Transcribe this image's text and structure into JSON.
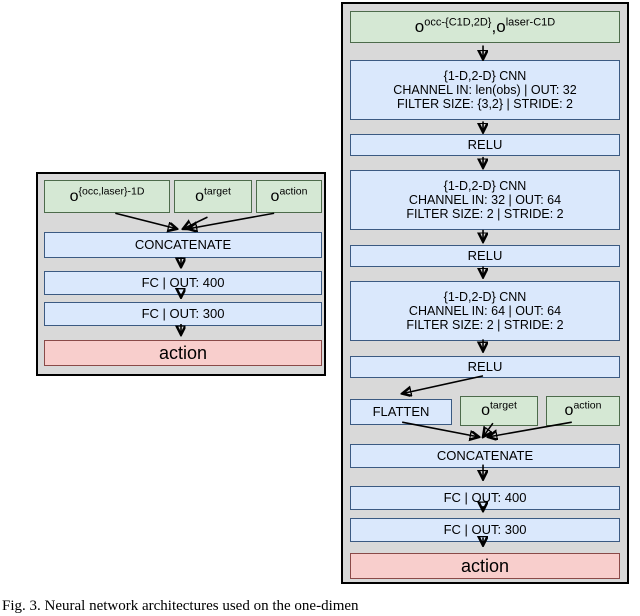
{
  "figure": {
    "caption": "Fig. 3.  Neural network architectures used on the one-dimen",
    "colors": {
      "observation_fill": "#d5e8d4",
      "layer_fill": "#dae8fc",
      "output_fill": "#f8cecc",
      "panel_background": "#d9d9d9",
      "border": "#000000"
    }
  },
  "left_panel": {
    "name": "one-dimensional-architecture",
    "inputs": [
      {
        "symbol": "o",
        "superscript": "{occ,laser}-1D"
      },
      {
        "symbol": "o",
        "superscript": "target"
      },
      {
        "symbol": "o",
        "superscript": "action"
      }
    ],
    "layers": [
      {
        "label": "CONCATENATE"
      },
      {
        "label": "FC | OUT: 400"
      },
      {
        "label": "FC | OUT: 300"
      }
    ],
    "output": {
      "label": "action"
    }
  },
  "right_panel": {
    "name": "convolutional-architecture",
    "input_header": {
      "symbol_1": "o",
      "superscript_1": "occ-{C1D,2D}",
      "separator": ",",
      "symbol_2": "o",
      "superscript_2": "laser-C1D"
    },
    "blocks": [
      {
        "type": "cnn",
        "line1": "{1-D,2-D} CNN",
        "line2": "CHANNEL IN: len(obs) | OUT: 32",
        "line3": "FILTER SIZE: {3,2} | STRIDE: 2"
      },
      {
        "type": "activation",
        "line1": "RELU"
      },
      {
        "type": "cnn",
        "line1": "{1-D,2-D} CNN",
        "line2": "CHANNEL IN: 32 | OUT: 64",
        "line3": "FILTER SIZE: 2 | STRIDE: 2"
      },
      {
        "type": "activation",
        "line1": "RELU"
      },
      {
        "type": "cnn",
        "line1": "{1-D,2-D} CNN",
        "line2": "CHANNEL IN: 64 | OUT: 64",
        "line3": "FILTER SIZE: 2 | STRIDE: 2"
      },
      {
        "type": "activation",
        "line1": "RELU"
      }
    ],
    "merge_row": {
      "flatten": {
        "label": "FLATTEN"
      },
      "inputs": [
        {
          "symbol": "o",
          "superscript": "target"
        },
        {
          "symbol": "o",
          "superscript": "action"
        }
      ]
    },
    "tail_layers": [
      {
        "label": "CONCATENATE"
      },
      {
        "label": "FC | OUT: 400"
      },
      {
        "label": "FC | OUT: 300"
      }
    ],
    "output": {
      "label": "action"
    }
  }
}
